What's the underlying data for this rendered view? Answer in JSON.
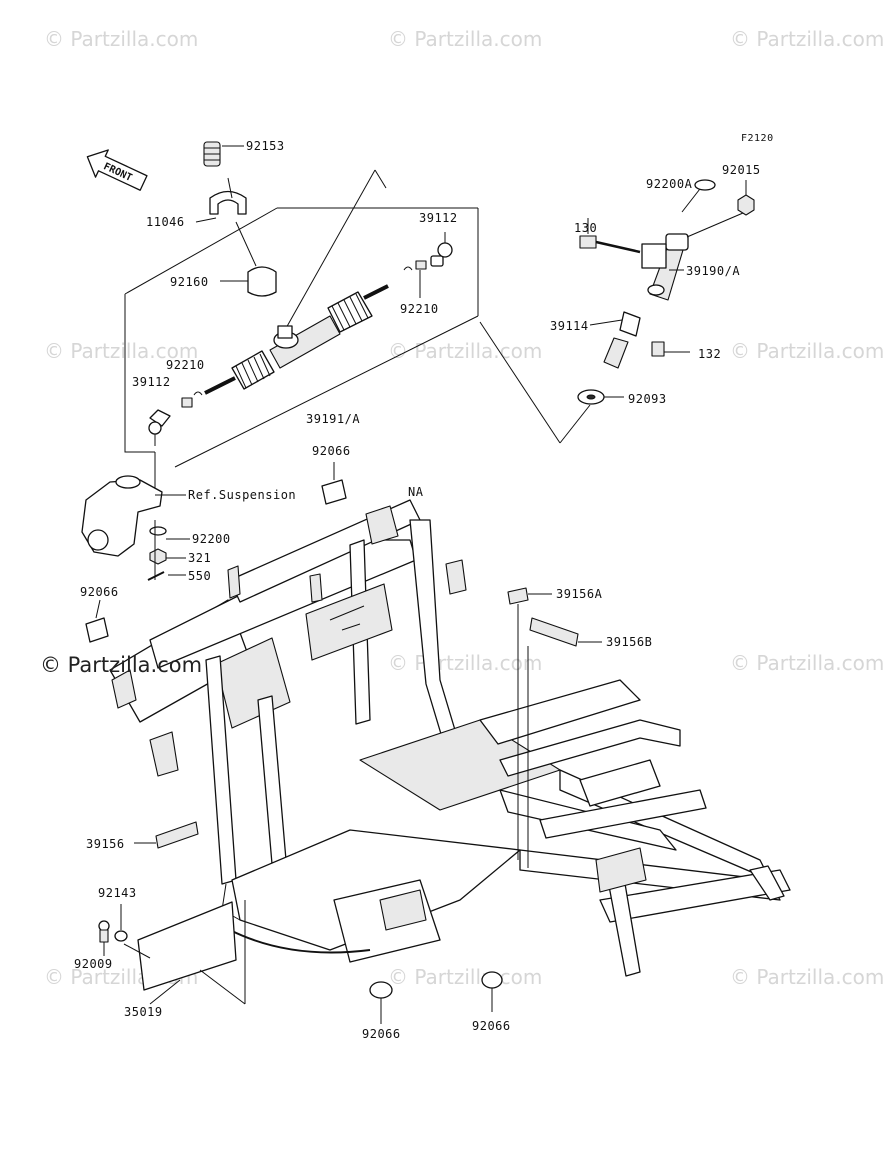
{
  "diagram_code": "F2120",
  "front_label": "FRONT",
  "watermark": "© Partzilla.com",
  "watermark_dark": "© Partzilla.com",
  "callouts": {
    "p92153": "92153",
    "p11046": "11046",
    "p92160": "92160",
    "p39112_r": "39112",
    "p92210_r": "92210",
    "p92210_l": "92210",
    "p39112_l": "39112",
    "p39191": "39191/A",
    "ref_suspension": "Ref.Suspension",
    "p92200": "92200",
    "p321": "321",
    "p550": "550",
    "p92066_top": "92066",
    "pNA": "NA",
    "p92066_left": "92066",
    "p92200A": "92200A",
    "p92015": "92015",
    "p130": "130",
    "p39190": "39190/A",
    "p39114": "39114",
    "p132": "132",
    "p92093": "92093",
    "p39156A": "39156A",
    "p39156B": "39156B",
    "p39156": "39156",
    "p92143": "92143",
    "p92009": "92009",
    "p35019": "35019",
    "p92066_bl": "92066",
    "p92066_br": "92066"
  }
}
